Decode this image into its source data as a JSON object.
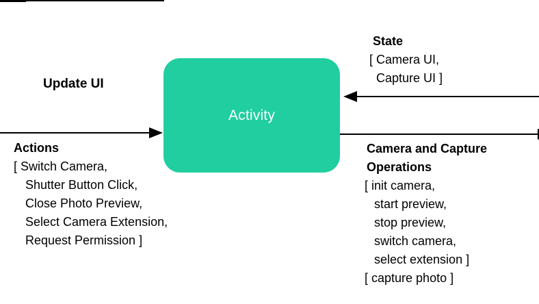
{
  "node": {
    "label": "Activity"
  },
  "colors": {
    "node_fill": "#20CE9F",
    "node_text": "#ffffff",
    "arrow_line": "#000000",
    "label_text": "#000000"
  },
  "labels": {
    "update_ui": {
      "title": "Update UI"
    },
    "state": {
      "title": "State",
      "lines": [
        "[ Camera UI,",
        "Capture UI ]"
      ]
    },
    "actions": {
      "title": "Actions",
      "lines": [
        "[ Switch Camera,",
        "Shutter Button Click,",
        "Close Photo Preview,",
        "Select Camera Extension,",
        "Request Permission ]"
      ]
    },
    "camera_ops": {
      "title": "Camera and Capture Operations",
      "lines": [
        "[ init camera,",
        "start preview,",
        "stop preview,",
        "switch camera,",
        "select extension ]",
        "[ capture photo ]"
      ]
    }
  }
}
